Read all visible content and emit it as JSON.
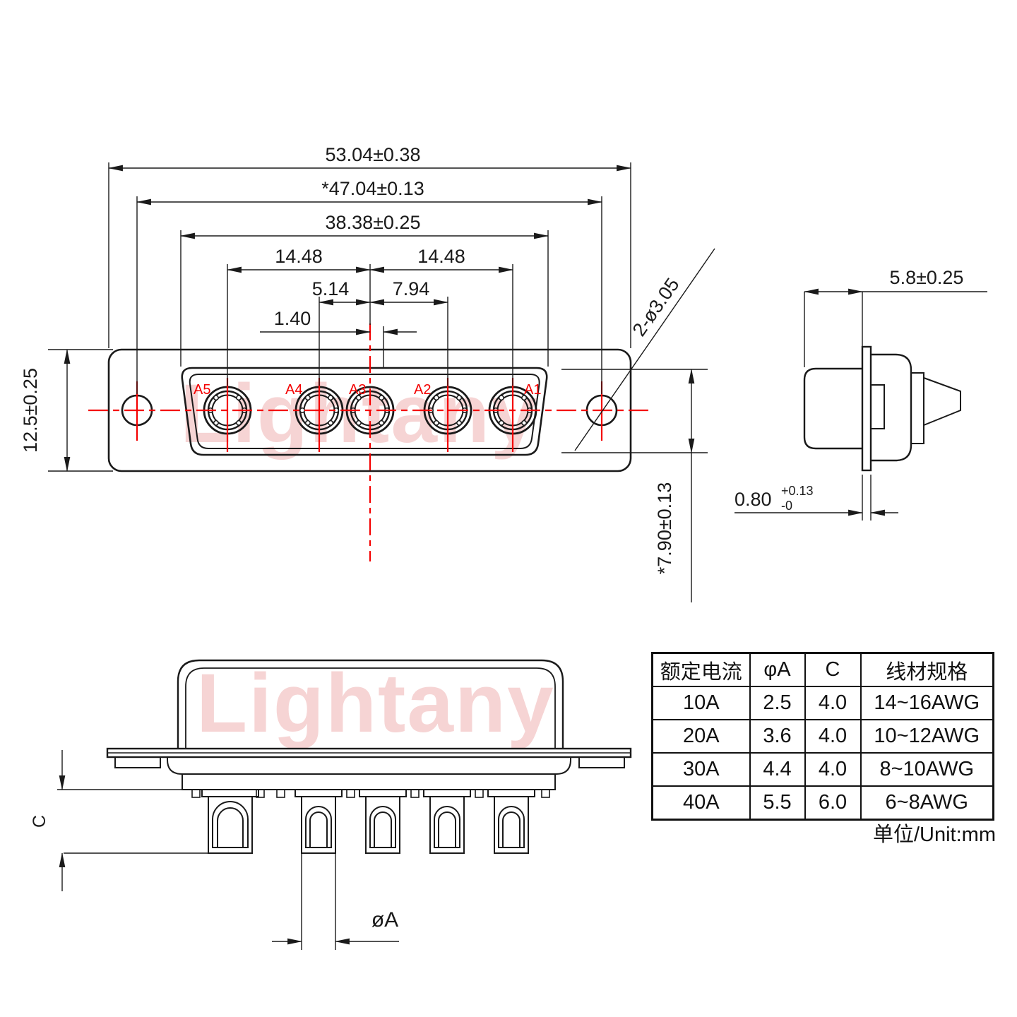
{
  "front_view": {
    "dim_total_width": "53.04±0.38",
    "dim_mount_span": "*47.04±0.13",
    "dim_inset_width": "38.38±0.25",
    "dim_left_span": "14.48",
    "dim_right_span": "14.48",
    "dim_a4_offset": "5.14",
    "dim_a2_offset": "7.94",
    "dim_center_offset": "1.40",
    "dim_flange_height": "12.5±0.25",
    "dim_inset_height": "*7.90±0.13",
    "dim_mount_holes": "2-ø3.05",
    "contacts": [
      "A5",
      "A4",
      "A3",
      "A2",
      "A1"
    ]
  },
  "side_view": {
    "dim_shell_depth": "5.8±0.25",
    "dim_flange_thickness": "0.80",
    "dim_flange_tol_plus": "+0.13",
    "dim_flange_tol_minus": "-0"
  },
  "bottom_view": {
    "label_bucket_depth": "C",
    "label_bucket_dia": "øA"
  },
  "spec_table": {
    "headers": [
      "额定电流",
      "φA",
      "C",
      "线材规格"
    ],
    "rows": [
      [
        "10A",
        "2.5",
        "4.0",
        "14~16AWG"
      ],
      [
        "20A",
        "3.6",
        "4.0",
        "10~12AWG"
      ],
      [
        "30A",
        "4.4",
        "4.0",
        "8~10AWG"
      ],
      [
        "40A",
        "5.5",
        "6.0",
        "6~8AWG"
      ]
    ],
    "unit_note": "单位/Unit:mm"
  },
  "watermark": {
    "text": "Lightany",
    "color": "#f6d4d4"
  },
  "colors": {
    "line": "#1a1a1a",
    "centerline_red": "#f40000",
    "background": "#ffffff"
  }
}
